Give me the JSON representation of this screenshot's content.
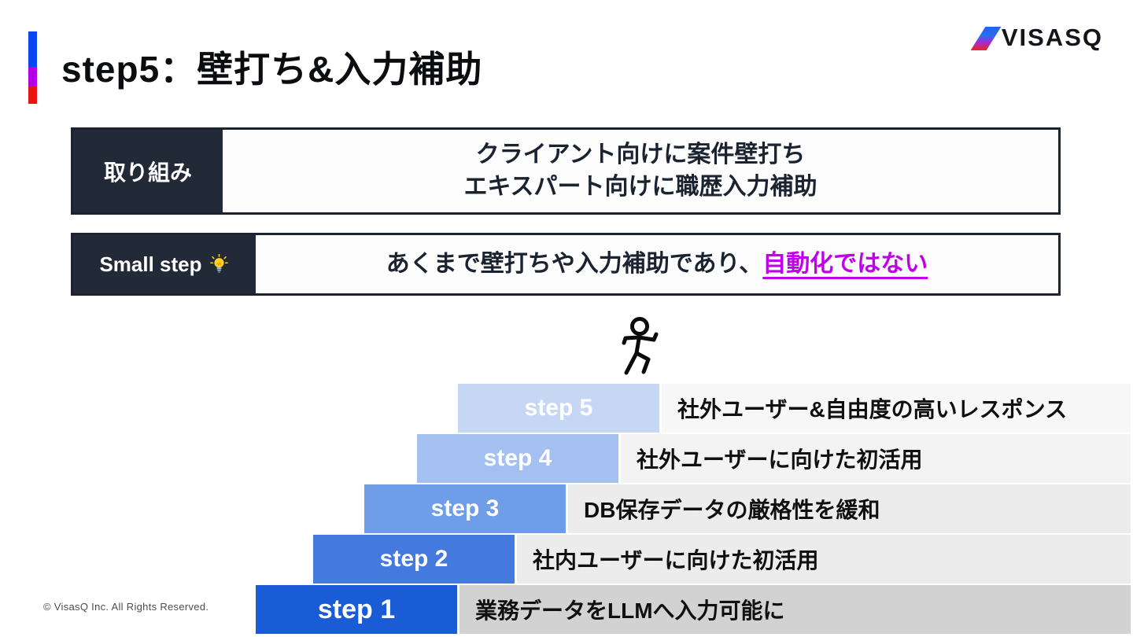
{
  "slide": {
    "title": "step5：壁打ち&入力補助",
    "footer": "© VisasQ Inc. All Rights Reserved.",
    "logo_text": "VISASQ"
  },
  "accent_colors": {
    "blue": "#0a46f0",
    "purple": "#b400e6",
    "red": "#e81414"
  },
  "info_table": {
    "rows": [
      {
        "label": "取り組み",
        "line1": "クライアント向けに案件壁打ち",
        "line2": "エキスパート向けに職歴入力補助"
      },
      {
        "label": "Small step",
        "icon": "lightbulb-icon",
        "text": "あくまで壁打ちや入力補助であり、",
        "highlight": "自動化ではない",
        "highlight_color": "#bf00e8"
      }
    ]
  },
  "stairs": {
    "figure": "stick-person-icon",
    "steps": [
      {
        "label": "step 5",
        "description": "社外ユーザー&自由度の高いレスポンス",
        "block_color": "#c6d7f4",
        "panel_color": "#f7f7f7"
      },
      {
        "label": "step 4",
        "description": "社外ユーザーに向けた初活用",
        "block_color": "#a3c0f0",
        "panel_color": "#f3f3f3"
      },
      {
        "label": "step 3",
        "description": "DB保存データの厳格性を緩和",
        "block_color": "#6f9de8",
        "panel_color": "#ececec"
      },
      {
        "label": "step 2",
        "description": "社内ユーザーに向けた初活用",
        "block_color": "#4479dd",
        "panel_color": "#ececec"
      },
      {
        "label": "step 1",
        "description": "業務データをLLMへ入力可能に",
        "block_color": "#1a5cd6",
        "panel_color": "#d2d2d2"
      }
    ]
  }
}
